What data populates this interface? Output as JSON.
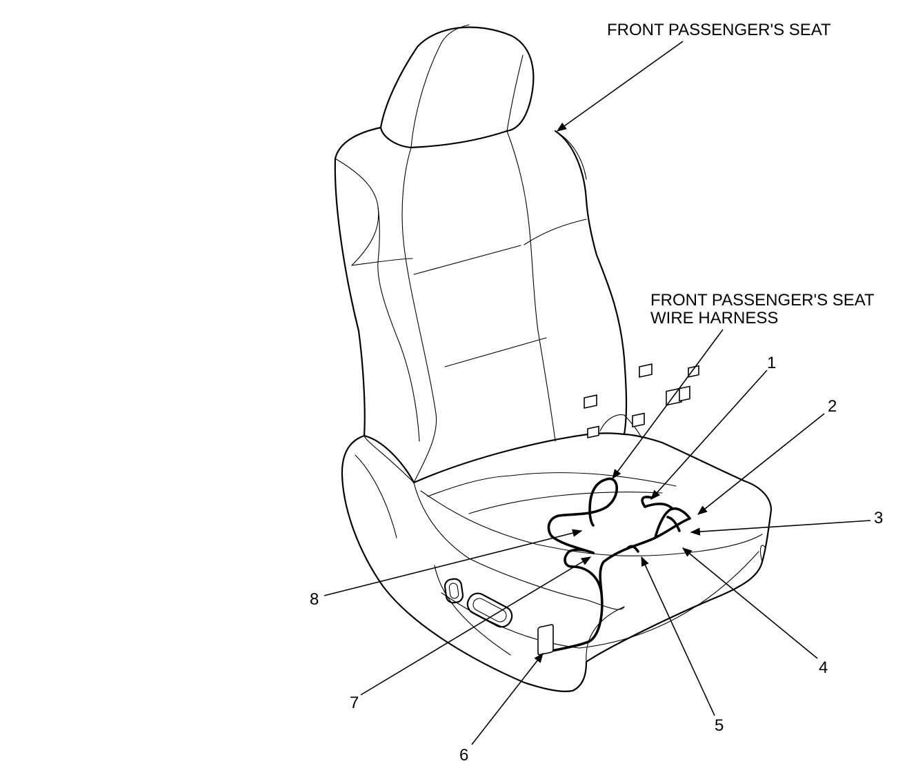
{
  "labels": {
    "seat": "FRONT PASSENGER'S SEAT",
    "harness_line1": "FRONT PASSENGER'S SEAT",
    "harness_line2": "WIRE HARNESS"
  },
  "connectors": [
    "1",
    "2",
    "3",
    "4",
    "5",
    "6",
    "7",
    "8"
  ],
  "colors": {
    "line": "#000000",
    "background": "#ffffff"
  },
  "icons": {
    "arrow": "arrowhead"
  }
}
